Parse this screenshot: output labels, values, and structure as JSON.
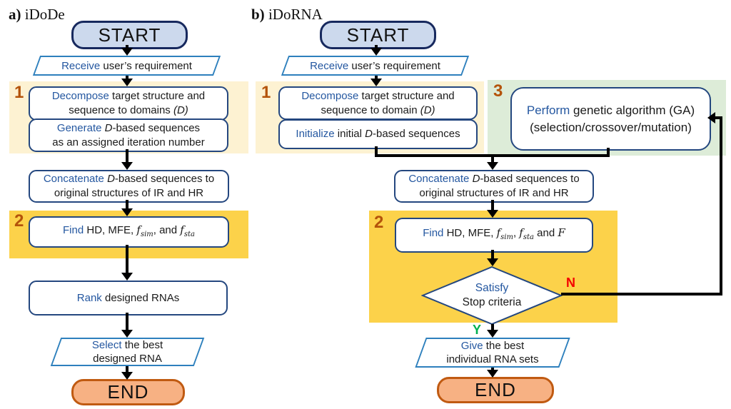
{
  "titles": {
    "a_prefix": "a)",
    "a_name": "iDoDe",
    "b_prefix": "b)",
    "b_name": "iDoRNA"
  },
  "terminals": {
    "start": "START",
    "end": "END"
  },
  "section_labels": {
    "one": "1",
    "two": "2",
    "three": "3"
  },
  "decision_labels": {
    "no": "N",
    "yes": "Y"
  },
  "panel_a": {
    "receive": {
      "lead": "Receive",
      "rest": " user’s requirement"
    },
    "decompose": {
      "lead": "Decompose",
      "rest": " target structure and",
      "line2": "sequence to domains ",
      "italic": "(D)"
    },
    "generate": {
      "lead": "Generate",
      "italic": " D",
      "rest": "-based sequences",
      "line2": "as an assigned iteration number"
    },
    "concatenate": {
      "lead": "Concatenate",
      "italic": " D",
      "rest": "-based sequences to",
      "line2": "original structures of IR and HR"
    },
    "find": {
      "lead": "Find",
      "mid": " HD, MFE, ",
      "f1": "f",
      "sub1": "sim",
      "sep": ", and ",
      "f2": "f",
      "sub2": "sta"
    },
    "rank": {
      "lead": "Rank",
      "rest": " designed RNAs"
    },
    "select": {
      "lead": "Select",
      "rest": " the best",
      "line2": "designed RNA"
    }
  },
  "panel_b": {
    "receive": {
      "lead": "Receive",
      "rest": " user’s requirement"
    },
    "decompose": {
      "lead": "Decompose",
      "rest": " target structure and",
      "line2": "sequence to domain ",
      "italic": "(D)"
    },
    "initialize": {
      "lead": "Initialize",
      "t1": " initial ",
      "italic": "D",
      "t2": "-based sequences"
    },
    "ga": {
      "lead": "Perform",
      "rest": " genetic algorithm (GA)",
      "line2": "(selection/crossover/mutation)"
    },
    "concatenate": {
      "lead": "Concatenate",
      "italic": " D",
      "rest": "-based sequences to",
      "line2": "original structures of IR and HR"
    },
    "find": {
      "lead": "Find",
      "mid": " HD, MFE, ",
      "f1": "f",
      "sub1": "sim",
      "sep": ", ",
      "f2": "f",
      "sub2": "sta",
      "tail": " and ",
      "F": "F"
    },
    "decision": {
      "line1": "Satisfy",
      "line2": "Stop criteria"
    },
    "give": {
      "lead": "Give",
      "rest": " the best",
      "line2": "individual RNA sets"
    }
  },
  "colors": {
    "lead_text_blue": "#2457a0",
    "box_border_navy": "#24477f",
    "parallelogram_border_blue": "#2e80bd",
    "start_fill": "#ccd9ed",
    "start_border": "#17295e",
    "end_fill": "#f7b183",
    "end_border": "#c05a11",
    "section1_bg": "#fdf2d2",
    "section2_bg": "#fcd24a",
    "section3_bg": "#ddecd8",
    "section_number_brown": "#b4530a",
    "no_red": "#f40000",
    "yes_green": "#00b050",
    "arrow_black": "#000000"
  }
}
